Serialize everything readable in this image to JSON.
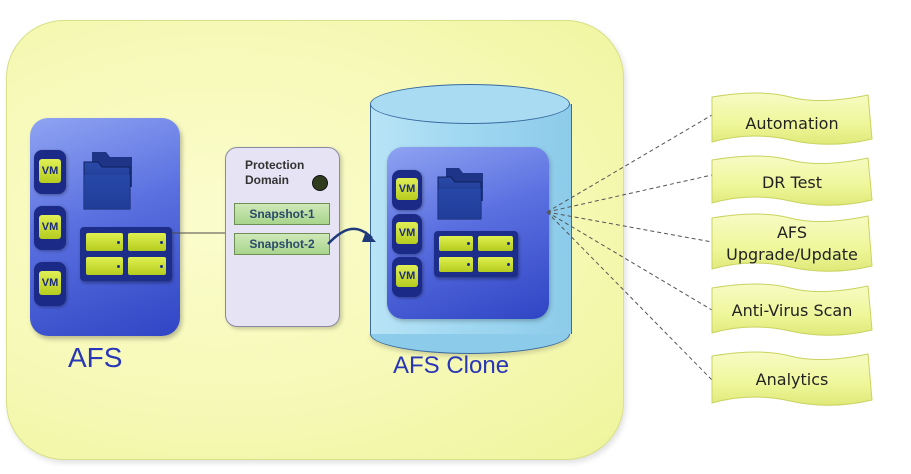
{
  "source_vm_labels": [
    "VM",
    "VM",
    "VM"
  ],
  "clone_vm_labels": [
    "VM",
    "VM",
    "VM"
  ],
  "afs_label": "AFS",
  "clone_label": "AFS Clone",
  "protection_domain": {
    "title_line1": "Protection",
    "title_line2": "Domain",
    "snapshots": [
      "Snapshot-1",
      "Snapshot-2"
    ]
  },
  "use_cases": [
    {
      "line1": "Automation",
      "line2": ""
    },
    {
      "line1": "DR Test",
      "line2": ""
    },
    {
      "line1": "AFS",
      "line2": "Upgrade/Update"
    },
    {
      "line1": "Anti-Virus Scan",
      "line2": ""
    },
    {
      "line1": "Analytics",
      "line2": ""
    }
  ],
  "colors": {
    "panel": "#f6f9b6",
    "afs_blue": "#3b51d0",
    "cylinder": "#a9dcf3",
    "scroll": "#eef79a",
    "label_blue": "#2a36b8"
  }
}
